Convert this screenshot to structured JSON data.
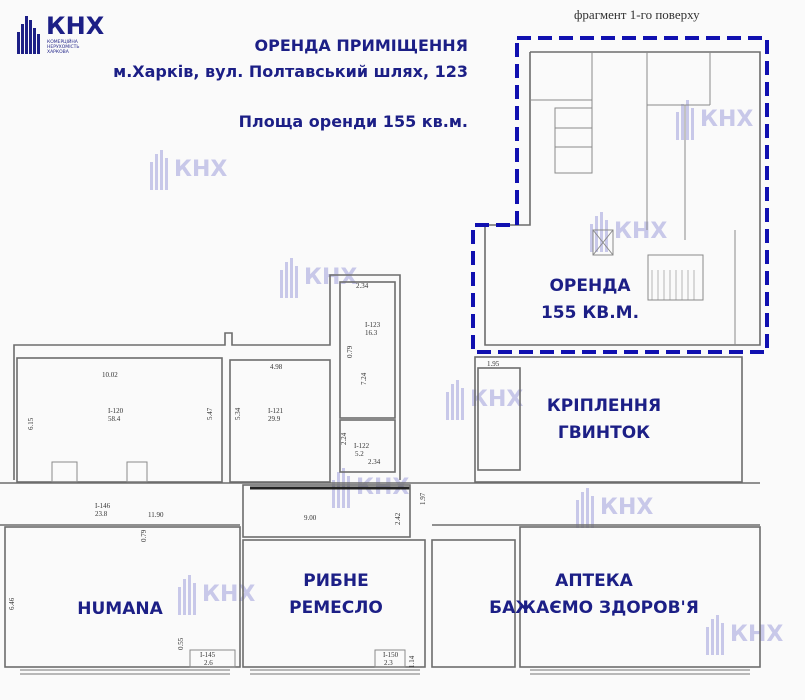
{
  "logo": {
    "mark": "КНХ",
    "tagline": [
      "КОМЕРЦІЙНА",
      "НЕРУХОМІСТЬ",
      "ХАРКОВА"
    ],
    "color": "#1c1f86"
  },
  "header": {
    "title": "ОРЕНДА ПРИМІЩЕННЯ",
    "address": "м.Харків, вул. Полтавський шлях, 123",
    "area": "Площа оренди 155 кв.м."
  },
  "fragment_caption": "фрагмент 1-го поверху",
  "rental_zone": {
    "label_line1": "ОРЕНДА",
    "label_line2": "155 КВ.М.",
    "border_color": "#1010b0"
  },
  "tenants": [
    {
      "line1": "КРІПЛЕННЯ",
      "line2": "ГВИНТОК"
    },
    {
      "line1": "HUMANA",
      "line2": ""
    },
    {
      "line1": "РИБНЕ",
      "line2": "РЕМЕСЛО"
    },
    {
      "line1": "АПТЕКА",
      "line2": "БАЖАЄМО ЗДОРОВ'Я"
    }
  ],
  "rooms": [
    {
      "id": "І-120",
      "area": "58.4"
    },
    {
      "id": "І-121",
      "area": "29.9"
    },
    {
      "id": "І-123",
      "area": "16.3"
    },
    {
      "id": "І-122",
      "area": "5.2"
    },
    {
      "id": "І-146",
      "area": "23.8"
    },
    {
      "id": "І-145",
      "area": "2.6"
    },
    {
      "id": "І-150",
      "area": "2.3"
    }
  ],
  "dimensions": [
    "10.02",
    "6.15",
    "5.47",
    "5.34",
    "4.98",
    "2.34",
    "0.79",
    "7.24",
    "2.24",
    "2.34",
    "11.90",
    "0.79",
    "9.00",
    "2.42",
    "1.97",
    "1.95",
    "6.46",
    "0.55",
    "1.14"
  ]
}
